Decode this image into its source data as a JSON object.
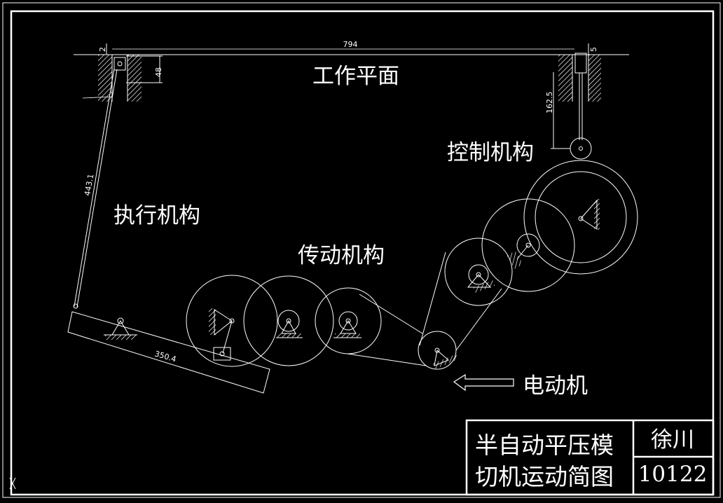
{
  "labels": {
    "work_plane": "工作平面",
    "control_mechanism": "控制机构",
    "execution_mechanism": "执行机构",
    "transmission_mechanism": "传动机构",
    "motor": "电动机"
  },
  "dimensions": {
    "top_width": "794",
    "left_gap": "2",
    "right_gap": "5",
    "guide_depth": "48",
    "rod_length": "162.5",
    "link_length": "443.1",
    "lever_length": "350.4"
  },
  "title_block": {
    "title_line1": "半自动平压模",
    "title_line2": "切机运动简图",
    "name": "徐川",
    "number": "10122"
  }
}
